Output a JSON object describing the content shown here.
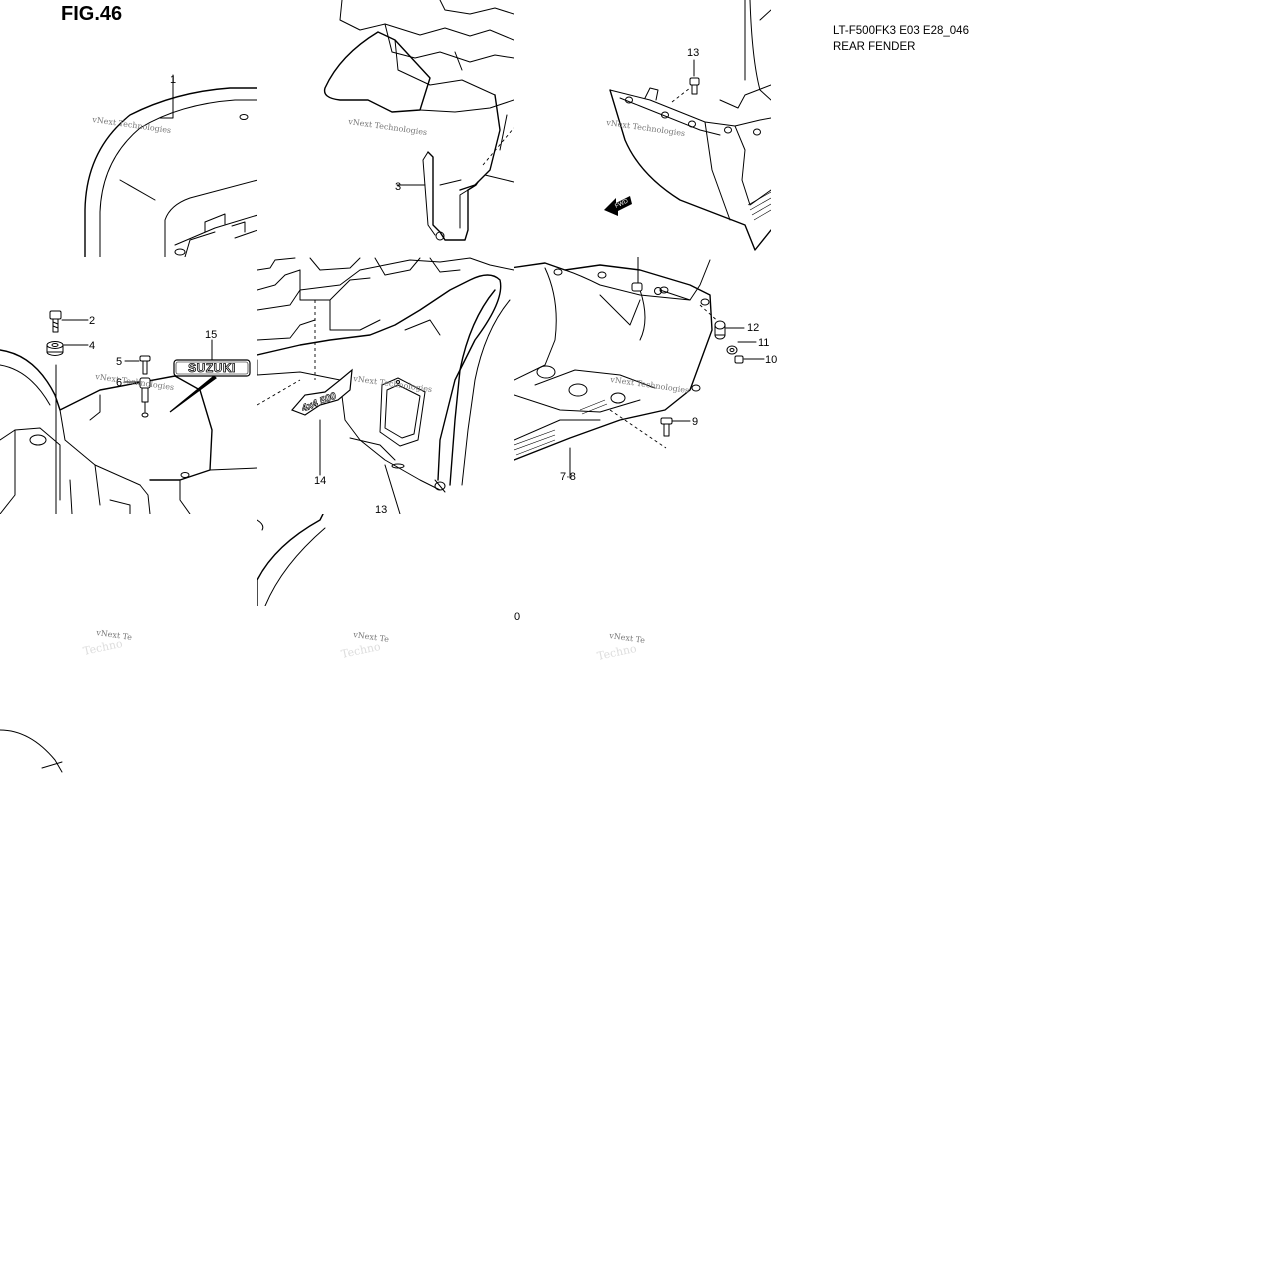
{
  "figure": {
    "title": "FIG.46",
    "model_code": "LT-F500FK3 E03 E28_046",
    "section_name": "REAR FENDER"
  },
  "watermark": {
    "brand": "vNext Technologies",
    "short_1": "vNext Te",
    "short_2": "Techno"
  },
  "badges": {
    "suzuki": "SUZUKI",
    "fwd": "FWD",
    "emblem": "4x4 500"
  },
  "callouts": {
    "c1": "1",
    "c2": "2",
    "c3": "3",
    "c4": "4",
    "c5": "5",
    "c6": "6",
    "c78": "7·8",
    "c9": "9",
    "c10": "10",
    "c11": "11",
    "c12": "12",
    "c13a": "13",
    "c13b": "13",
    "c14": "14",
    "c15": "15"
  },
  "page_marker": "0"
}
